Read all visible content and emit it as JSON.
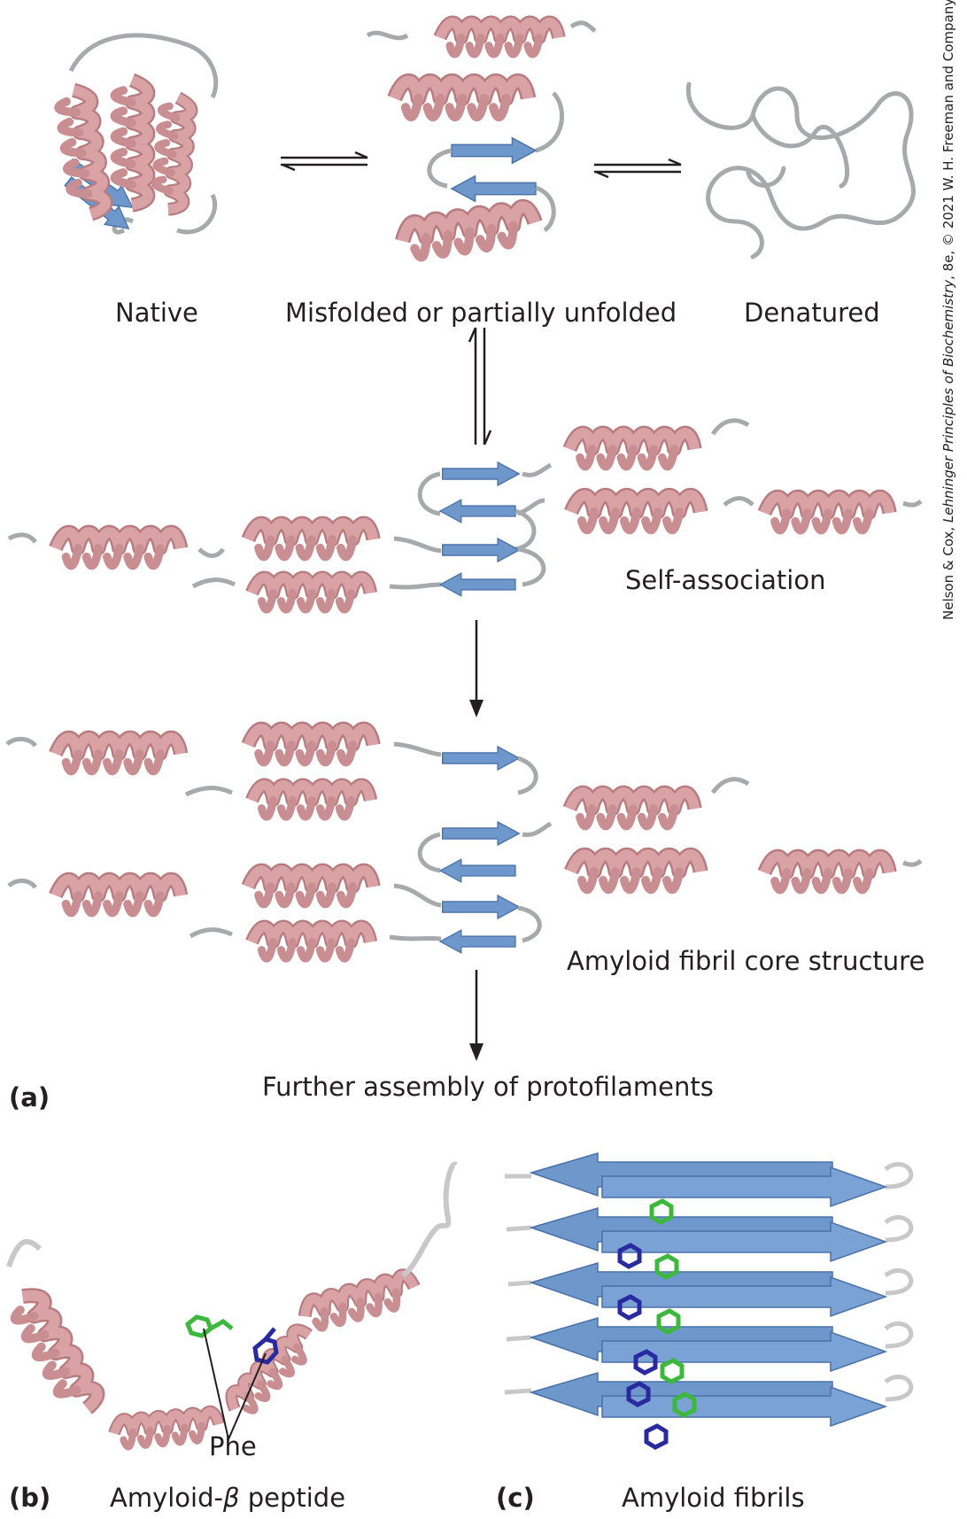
{
  "labels": {
    "native": "Native",
    "misfolded": "Misfolded or partially unfolded",
    "denatured": "Denatured",
    "self_association": "Self-association",
    "amyloid_core": "Amyloid fibril core structure",
    "further_assembly": "Further assembly of protofilaments",
    "phe": "Phe",
    "amyloid_beta_prefix": "Amyloid-",
    "amyloid_beta_symbol": "β",
    "amyloid_beta_suffix": " peptide",
    "amyloid_fibrils": "Amyloid fibrils"
  },
  "panels": {
    "a": "(a)",
    "b": "(b)",
    "c": "(c)"
  },
  "credit": {
    "pre": "Nelson & Cox, ",
    "book": "Lehninger Principles of Biochemistry",
    "post": ", 8e, © 2021 W. H. Freeman and Company"
  },
  "colors": {
    "helix": "#d9a3a5",
    "helix_dark": "#b87c80",
    "strand": "#6e97cc",
    "strand_dark": "#4a70a8",
    "coil": "#a7a9ac",
    "phe_green": "#3cb83c",
    "phe_blue": "#2a2aa0",
    "ink": "#231f20"
  }
}
